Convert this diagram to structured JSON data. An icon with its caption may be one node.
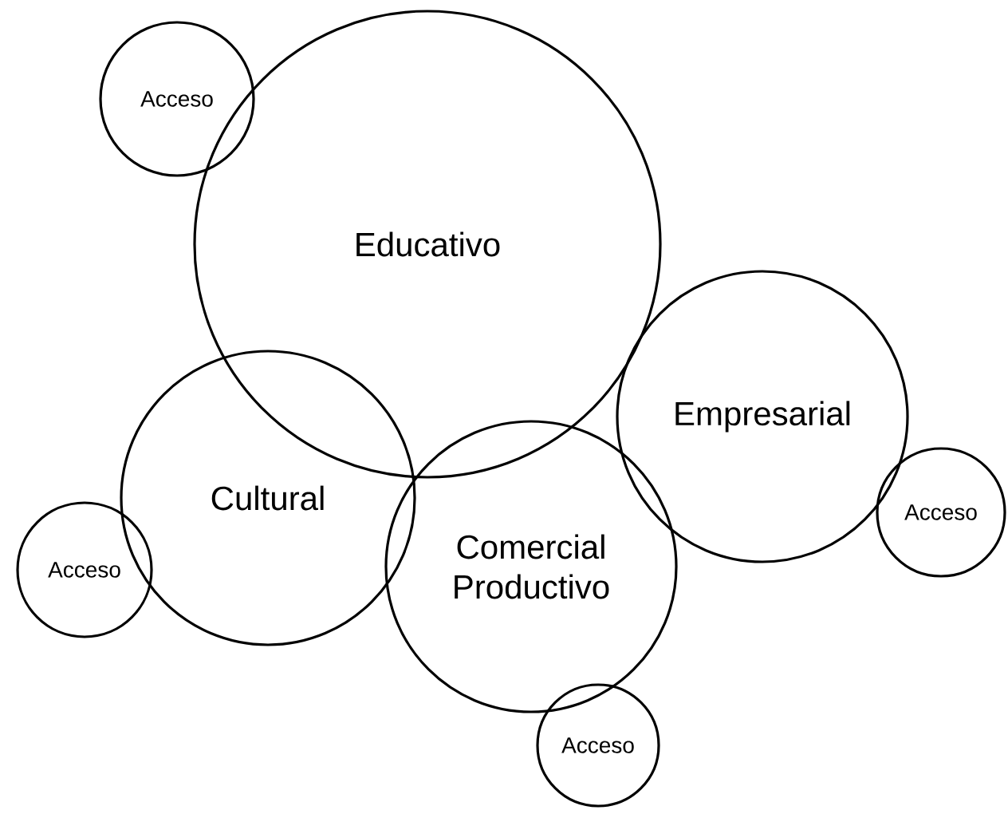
{
  "diagram": {
    "nodes": [
      {
        "text": [
          "Acceso"
        ]
      },
      {
        "text": [
          "Educativo"
        ]
      },
      {
        "text": [
          "Empresarial"
        ]
      },
      {
        "text": [
          "Cultural"
        ]
      },
      {
        "text": [
          "Comercial Productivo"
        ]
      },
      {
        "text": [
          "Acceso"
        ]
      },
      {
        "text": [
          "Acceso"
        ]
      },
      {
        "text": [
          "Acceso"
        ]
      }
    ]
  }
}
